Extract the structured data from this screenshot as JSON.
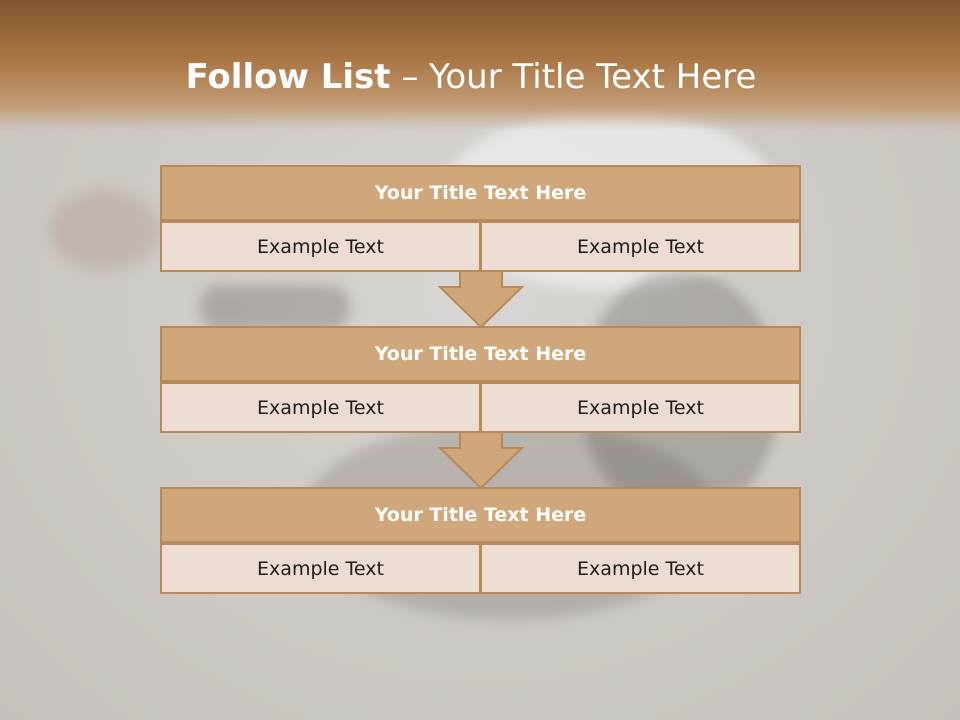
{
  "slide": {
    "title_bold": "Follow List",
    "title_rest": " – Your Title Text Here"
  },
  "steps": [
    {
      "title": "Your Title Text Here",
      "left": "Example Text",
      "right": "Example Text"
    },
    {
      "title": "Your Title Text Here",
      "left": "Example Text",
      "right": "Example Text"
    },
    {
      "title": "Your Title Text Here",
      "left": "Example Text",
      "right": "Example Text"
    }
  ],
  "colors": {
    "header": "#a97544",
    "step_title_fill": "#d0a77a",
    "step_cell_fill": "#ecdcd1",
    "border": "#b88958"
  }
}
